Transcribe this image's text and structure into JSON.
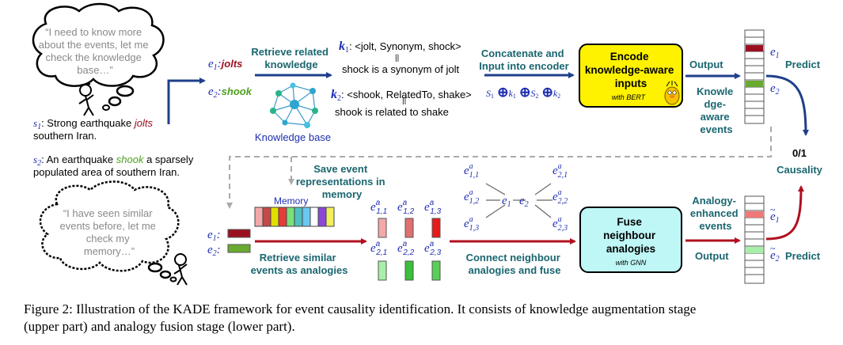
{
  "thought_upper": [
    "“I need to know more",
    "about the events, let me",
    "check the knowledge",
    "base…”"
  ],
  "thought_lower": [
    "“I have seen similar",
    "events before, let me",
    "check my",
    "memory…”"
  ],
  "s1": {
    "label": "s",
    "sub": "1",
    "pre": ": Strong earthquake ",
    "trigger": "jolts",
    "line2": "southern Iran."
  },
  "s2": {
    "label": "s",
    "sub": "2",
    "pre": ": An earthquake ",
    "trigger": "shook",
    "post": " a sparsely",
    "line2": "populated area of southern Iran."
  },
  "e1_label": {
    "e": "e",
    "sub": "1",
    "colon": ":",
    "word": "jolts"
  },
  "e2_label": {
    "e": "e",
    "sub": "2",
    "colon": ":",
    "word": "shook"
  },
  "retrieve_related": [
    "Retrieve related",
    "knowledge"
  ],
  "knowledge_base": "Knowledge base",
  "k1": {
    "k": "k",
    "sub": "1",
    "text": ": <jolt, Synonym, shock>",
    "sentence": "shock is a synonym of jolt"
  },
  "k2": {
    "k": "k",
    "sub": "2",
    "text": ": <shook, RelatedTo, shake>",
    "sentence": "shook is related to shake"
  },
  "concat": [
    "Concatenate and",
    "Input into encoder"
  ],
  "encode_box": {
    "lines": [
      "Encode",
      "knowledge-aware",
      "inputs"
    ],
    "sub": "with BERT"
  },
  "output_top": "Output",
  "knowledge_events": [
    "Knowle",
    "dge-",
    "aware",
    "events"
  ],
  "predict": "Predict",
  "e_out1": {
    "e": "e",
    "sub": "1"
  },
  "e_out2": {
    "e": "e",
    "sub": "2"
  },
  "result": {
    "value": "0/1",
    "label": "Causality"
  },
  "save_event": [
    "Save event",
    "representations in",
    "memory"
  ],
  "memory": "Memory",
  "retrieve_similar": [
    "Retrieve similar",
    "events as analogies"
  ],
  "analogy_labels_row1": [
    {
      "e": "e",
      "sup": "a",
      "sub": "1,1"
    },
    {
      "e": "e",
      "sup": "a",
      "sub": "1,2"
    },
    {
      "e": "e",
      "sup": "a",
      "sub": "1,3"
    }
  ],
  "analogy_labels_row2": [
    {
      "e": "e",
      "sup": "a",
      "sub": "2,1"
    },
    {
      "e": "e",
      "sup": "a",
      "sub": "2,2"
    },
    {
      "e": "e",
      "sup": "a",
      "sub": "2,3"
    }
  ],
  "graph_left": [
    {
      "e": "e",
      "sup": "a",
      "sub": "1,1"
    },
    {
      "e": "e",
      "sup": "a",
      "sub": "1,2"
    },
    {
      "e": "e",
      "sup": "a",
      "sub": "1,3"
    }
  ],
  "graph_right": [
    {
      "e": "e",
      "sup": "a",
      "sub": "2,1"
    },
    {
      "e": "e",
      "sup": "a",
      "sub": "2,2"
    },
    {
      "e": "e",
      "sup": "a",
      "sub": "2,3"
    }
  ],
  "graph_e1": {
    "e": "e",
    "sub": "1"
  },
  "graph_e2": {
    "e": "e",
    "sub": "2"
  },
  "connect": [
    "Connect neighbour",
    "analogies and fuse"
  ],
  "fuse_box": {
    "lines": [
      "Fuse",
      "neighbour",
      "analogies"
    ],
    "sub": "with GNN"
  },
  "analogy_enhanced": [
    "Analogy-",
    "enhanced",
    "events"
  ],
  "output_bottom": "Output",
  "predict_bottom": "Predict",
  "e_tilde1": {
    "e": "e",
    "sub": "1"
  },
  "e_tilde2": {
    "e": "e",
    "sub": "2"
  },
  "mem_e1": {
    "e": "e",
    "sub": "1"
  },
  "mem_e2": {
    "e": "e",
    "sub": "2"
  },
  "caption": [
    "Figure 2: Illustration of the KADE framework for event causality identification. It consists of knowledge augmentation stage",
    "(upper part) and analogy fusion stage (lower part)."
  ],
  "colors": {
    "teal": "#1a6670",
    "arrow_blue": "#1f3f8a",
    "arrow_red": "#b01020",
    "trigger_red": "#9b1020",
    "trigger_green": "#4ea020",
    "yellow_box": "#fff200",
    "cyan_box": "#bff6f6",
    "dashed_gray": "#aaaaaa"
  }
}
